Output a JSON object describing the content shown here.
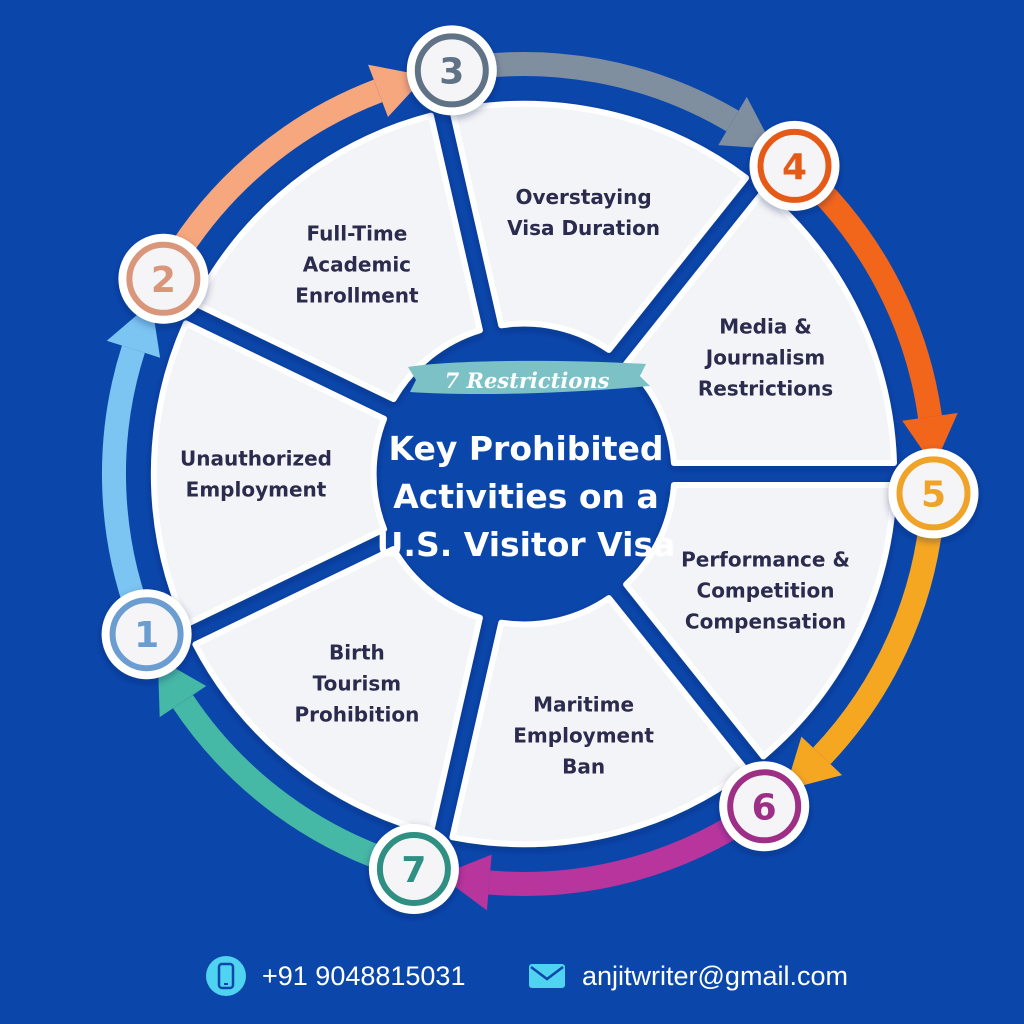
{
  "badge": "7 Restrictions",
  "title": [
    "Key Prohibited",
    "Activities on a",
    "U.S. Visitor Visa"
  ],
  "segments": [
    {
      "num": "1",
      "color": "#6c9dd0",
      "label": [
        "Unauthorized",
        "Employment"
      ]
    },
    {
      "num": "2",
      "color": "#d9967a",
      "label": [
        "Full-Time",
        "Academic",
        "Enrollment"
      ]
    },
    {
      "num": "3",
      "color": "#5f7286",
      "label": [
        "Overstaying",
        "Visa Duration"
      ]
    },
    {
      "num": "4",
      "color": "#e65a18",
      "label": [
        "Media &",
        "Journalism",
        "Restrictions"
      ]
    },
    {
      "num": "5",
      "color": "#efa328",
      "label": [
        "Performance &",
        "Competition",
        "Compensation"
      ]
    },
    {
      "num": "6",
      "color": "#9e2f86",
      "label": [
        "Maritime",
        "Employment",
        "Ban"
      ]
    },
    {
      "num": "7",
      "color": "#2f8f83",
      "label": [
        "Birth",
        "Tourism",
        "Prohibition"
      ]
    }
  ],
  "arrow_colors": [
    "#7cc4f2",
    "#f7a77d",
    "#7f8fa0",
    "#f2661c",
    "#f6a722",
    "#b8359d",
    "#46b8a6"
  ],
  "contact": {
    "phone": "+91 9048815031",
    "email": "anjitwriter@gmail.com",
    "icon_color": "#4fd3f0"
  }
}
